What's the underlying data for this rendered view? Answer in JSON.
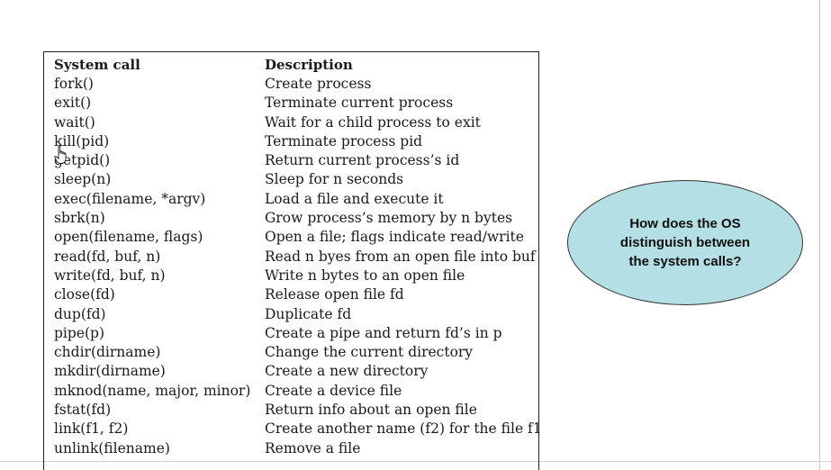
{
  "table": {
    "header": {
      "call": "System call",
      "description": "Description"
    },
    "rows": [
      {
        "call": "fork()",
        "description": "Create process"
      },
      {
        "call": "exit()",
        "description": "Terminate current process"
      },
      {
        "call": "wait()",
        "description": "Wait for a child process to exit"
      },
      {
        "call": "kill(pid)",
        "description": "Terminate process pid"
      },
      {
        "call": "getpid()",
        "description": "Return current process’s id"
      },
      {
        "call": "sleep(n)",
        "description": "Sleep for n seconds"
      },
      {
        "call": "exec(filename, *argv)",
        "description": "Load a file and execute it"
      },
      {
        "call": "sbrk(n)",
        "description": "Grow process’s memory by n bytes"
      },
      {
        "call": "open(filename, flags)",
        "description": "Open a file; flags indicate read/write"
      },
      {
        "call": "read(fd, buf, n)",
        "description": "Read n byes from an open file into buf"
      },
      {
        "call": "write(fd, buf, n)",
        "description": "Write n bytes to an open file"
      },
      {
        "call": "close(fd)",
        "description": "Release open file fd"
      },
      {
        "call": "dup(fd)",
        "description": "Duplicate fd"
      },
      {
        "call": "pipe(p)",
        "description": "Create a pipe and return fd’s in p"
      },
      {
        "call": "chdir(dirname)",
        "description": "Change the current directory"
      },
      {
        "call": "mkdir(dirname)",
        "description": "Create a new directory"
      },
      {
        "call": "mknod(name, major, minor)",
        "description": "Create a device file"
      },
      {
        "call": "fstat(fd)",
        "description": "Return info about an open file"
      },
      {
        "call": "link(f1, f2)",
        "description": "Create another name (f2) for the file f1"
      },
      {
        "call": "unlink(filename)",
        "description": "Remove a file"
      }
    ]
  },
  "callout": {
    "text": "How does the OS distinguish between the system calls?",
    "fill_color": "#b4dfe4"
  },
  "cursor": {
    "icon": "hand-pointer-icon"
  }
}
